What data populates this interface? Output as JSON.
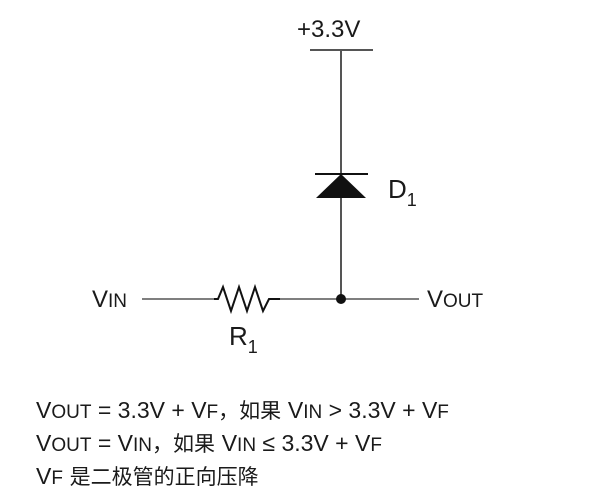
{
  "diagram": {
    "type": "circuit-schematic",
    "supply": {
      "label": "+3.3V"
    },
    "diode": {
      "label_main": "D",
      "label_sub": "1"
    },
    "resistor": {
      "label_main": "R",
      "label_sub": "1"
    },
    "input": {
      "label_main": "V",
      "label_sc": "IN"
    },
    "output": {
      "label_main": "V",
      "label_sc": "OUT"
    },
    "colors": {
      "line": "#555555",
      "fill": "#111111",
      "text": "#1a1a1a",
      "background": "#ffffff"
    }
  },
  "equations": [
    {
      "lhs_main": "V",
      "lhs_sc": "OUT",
      "mid": " = 3.3V + ",
      "vf_main": "V",
      "vf_sc": "F",
      "sep": "，如果 ",
      "cond_main": "V",
      "cond_sc": "IN",
      "cond_rest": " > 3.3V + ",
      "cond_vf_main": "V",
      "cond_vf_sc": "F"
    },
    {
      "lhs_main": "V",
      "lhs_sc": "OUT",
      "mid": " = ",
      "rhs_main": "V",
      "rhs_sc": "IN",
      "sep": "，如果 ",
      "cond_main": "V",
      "cond_sc": "IN",
      "cond_rest": " ≤ 3.3V + ",
      "cond_vf_main": "V",
      "cond_vf_sc": "F"
    },
    {
      "vf_main": "V",
      "vf_sc": "F",
      "desc": " 是二极管的正向压降"
    }
  ]
}
